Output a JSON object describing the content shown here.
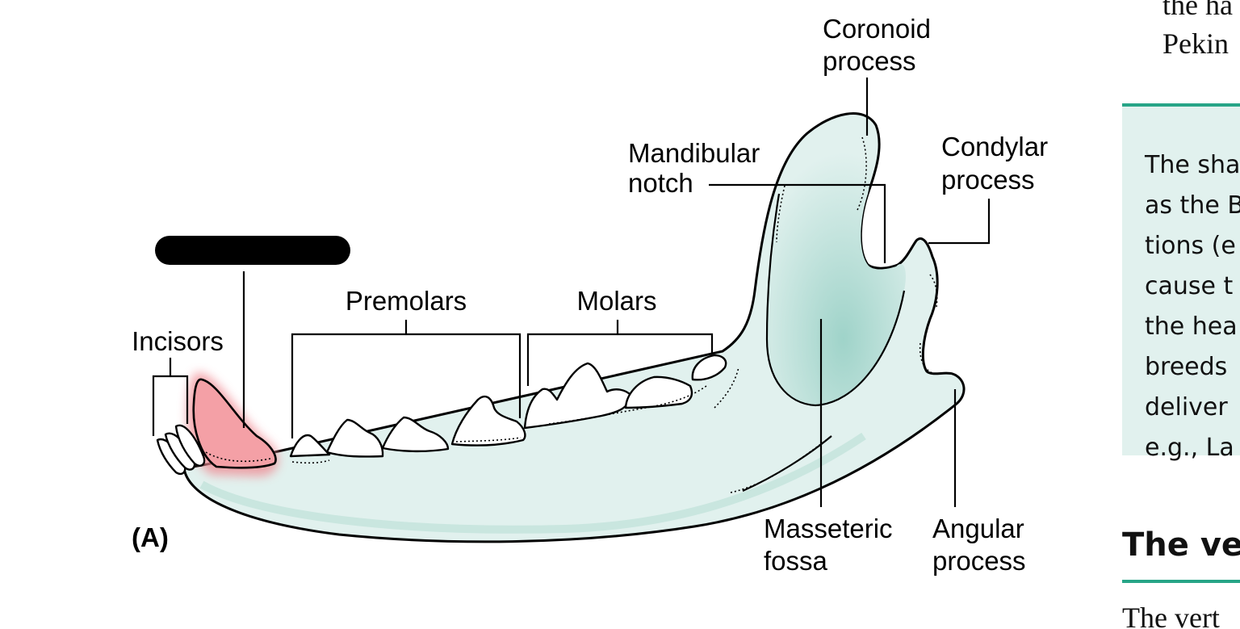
{
  "figure": {
    "panel_label": "(A)",
    "labels": {
      "coronoid_1": "Coronoid",
      "coronoid_2": "process",
      "mandibular_1": "Mandibular",
      "mandibular_2": "notch",
      "condylar_1": "Condylar",
      "condylar_2": "process",
      "premolars": "Premolars",
      "molars": "Molars",
      "incisors": "Incisors",
      "masseteric_1": "Masseteric",
      "masseteric_2": "fossa",
      "angular_1": "Angular",
      "angular_2": "process"
    },
    "colors": {
      "bone": "#e1f1ee",
      "highlight": "#f08a93",
      "accent": "#27a587"
    }
  },
  "sidebar": {
    "top_lines": [
      "the ha",
      "Pekin"
    ],
    "box_lines": [
      "The sha",
      "as the B",
      "tions (e",
      "cause t",
      "the hea",
      "breeds",
      "deliver",
      "e.g., La"
    ],
    "heading": "The ve",
    "bottom_line": "The vert"
  }
}
